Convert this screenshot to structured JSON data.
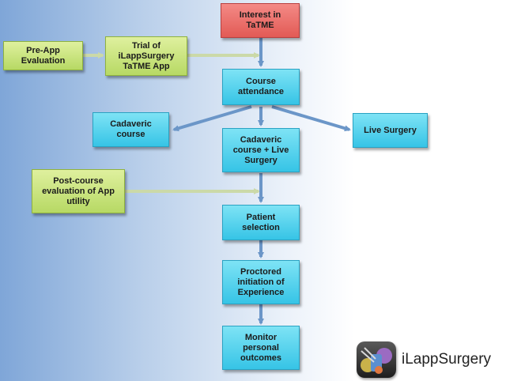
{
  "nodes": {
    "interest": "Interest in\nTaTME",
    "pre_app": "Pre-App\nEvaluation",
    "trial": "Trial of\niLappSurgery\nTaTME App",
    "course": "Course\nattendance",
    "cadaveric": "Cadaveric\ncourse",
    "cadaveric_live": "Cadaveric\ncourse + Live\nSurgery",
    "live": "Live Surgery",
    "post_course": "Post-course\nevaluation of App\nutility",
    "patient": "Patient\nselection",
    "proctored": "Proctored\ninitiation of\nExperience",
    "monitor": "Monitor\npersonal\noutcomes"
  },
  "logo": {
    "text": "iLappSurgery"
  },
  "colors": {
    "main_step": "#e25a55",
    "app_step": "#36c4e6",
    "evaluation": "#b7d964",
    "arrow_blue": "#6b96c8",
    "arrow_green": "#cbd9a8"
  }
}
